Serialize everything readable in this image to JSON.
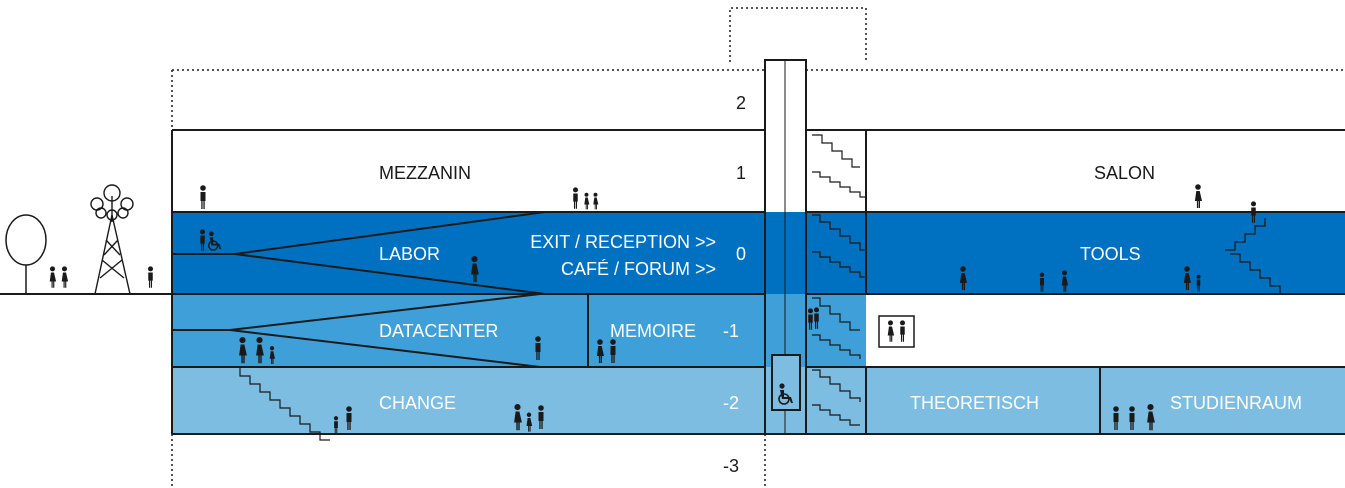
{
  "colors": {
    "floor_0": "#0070c0",
    "floor_minus1": "#3f9fd8",
    "floor_minus2": "#7dbde2",
    "outline": "#1a1a1a",
    "background": "#ffffff"
  },
  "levels": {
    "l2": "2",
    "l1": "1",
    "l0": "0",
    "lm1": "-1",
    "lm2": "-2",
    "lm3": "-3"
  },
  "rooms": {
    "mezzanin": "MEZZANIN",
    "salon": "SALON",
    "labor": "LABOR",
    "exit_reception": "EXIT / RECEPTION >>",
    "cafe_forum": "CAFÉ / FORUM >>",
    "tools": "TOOLS",
    "datacenter": "DATACENTER",
    "memoire": "MEMOIRE",
    "change": "CHANGE",
    "theoretisch": "THEORETISCH",
    "studienraum": "STUDIENRAUM"
  },
  "icons": {
    "tree": "tree-icon",
    "antenna": "antenna-tower-icon",
    "person": "person-icon",
    "wheelchair": "wheelchair-icon",
    "restroom": "restroom-icon"
  }
}
